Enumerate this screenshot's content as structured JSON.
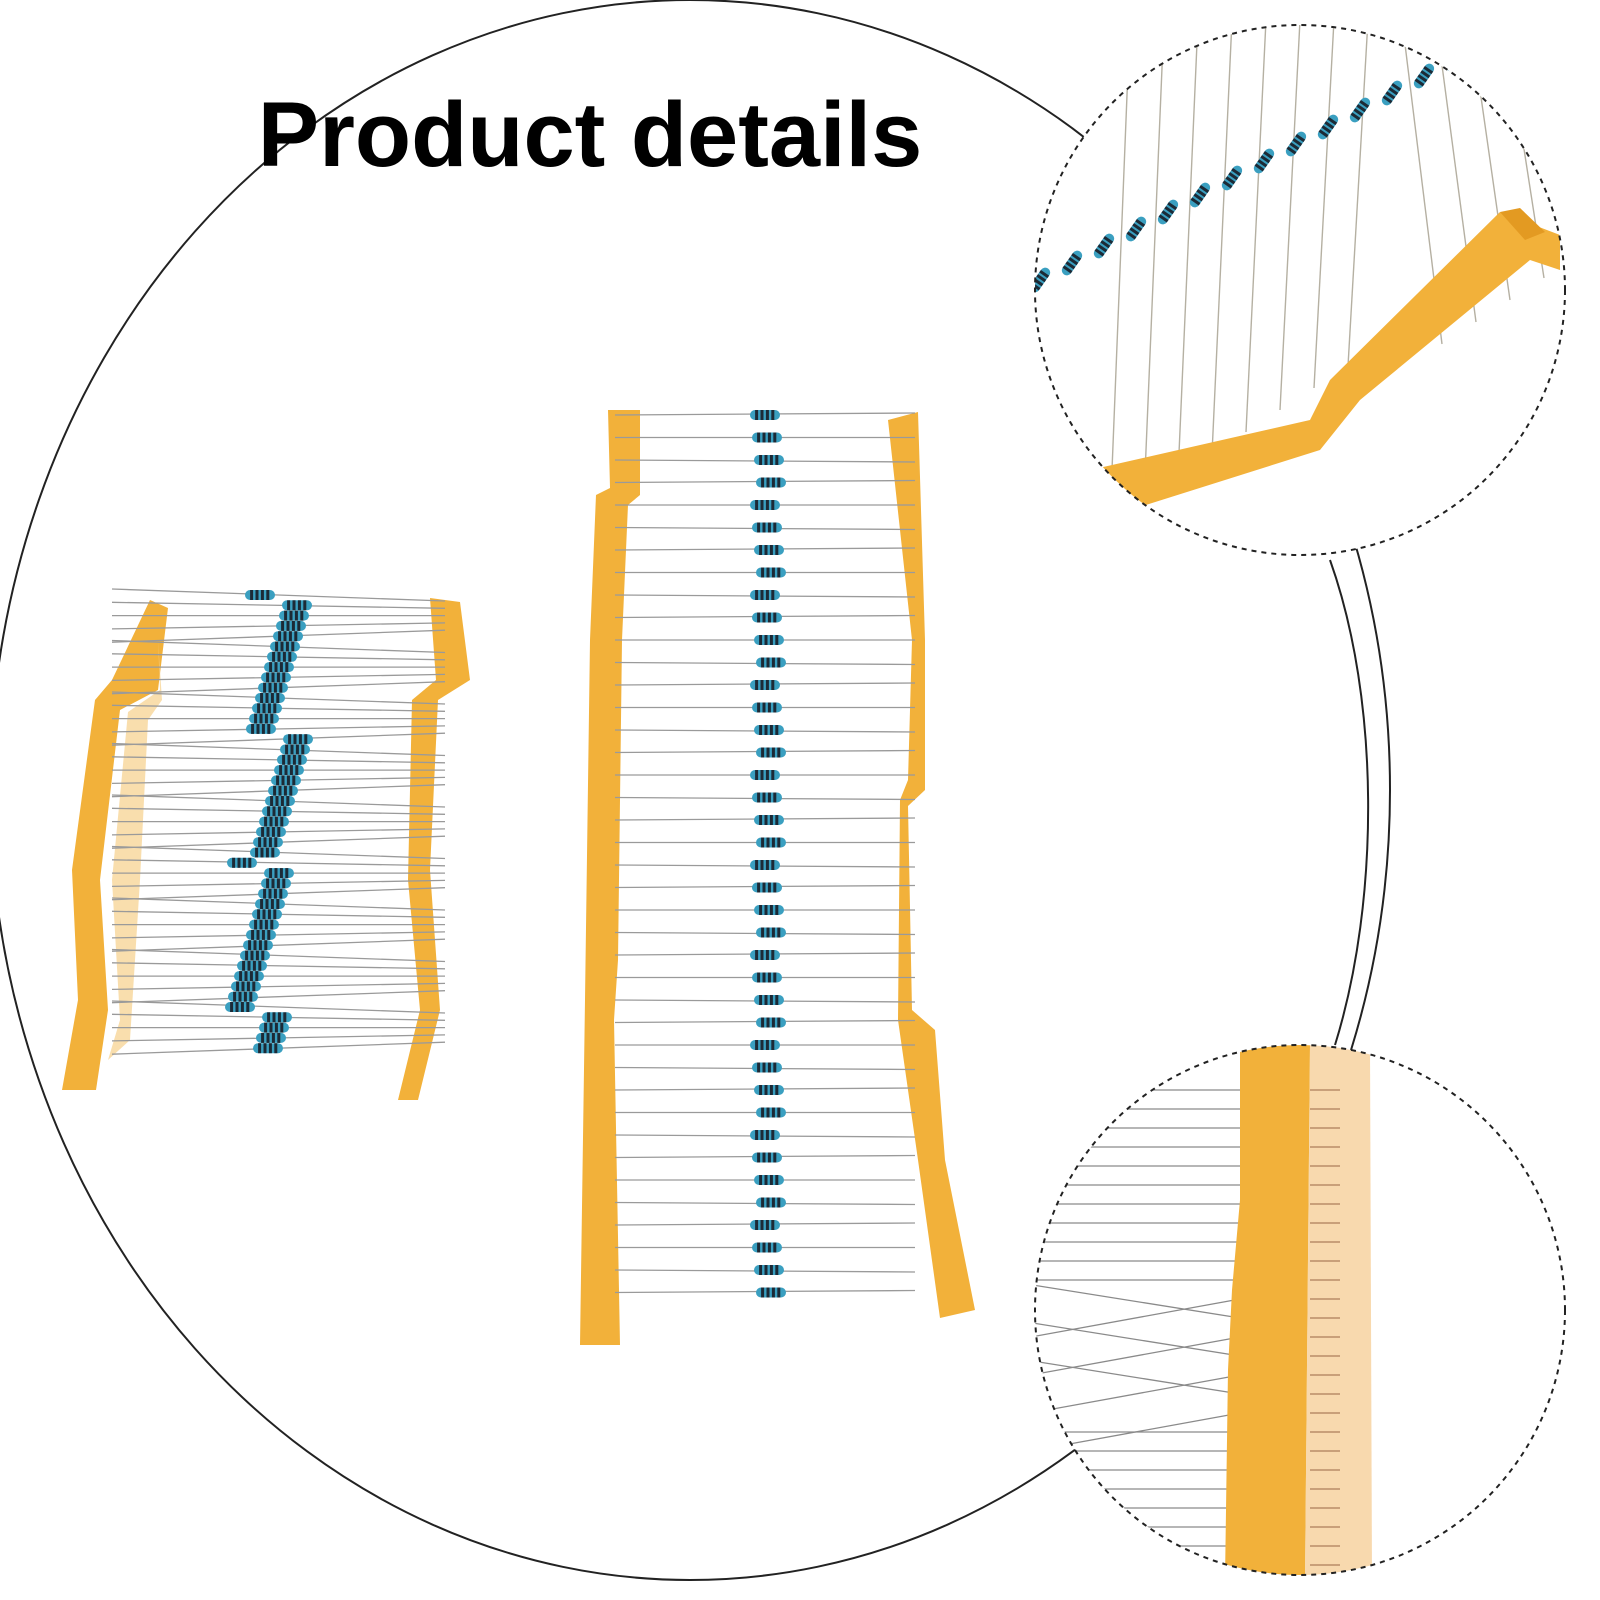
{
  "heading": "Product details",
  "colors": {
    "background": "#ffffff",
    "tape": "#f2b13a",
    "tape_shadow": "#e39a22",
    "tape_light": "#f7d08a",
    "resistor_body": "#3a9fc0",
    "resistor_band": "#1c2a36",
    "lead_wire": "#9a9a9a",
    "outline": "#222222"
  },
  "products": [
    {
      "name": "short-resistor-tape",
      "resistor_count": 45
    },
    {
      "name": "long-resistor-tape",
      "resistor_count": 40
    }
  ],
  "detail_views": [
    {
      "name": "top-detail-circle"
    },
    {
      "name": "bottom-detail-circle"
    }
  ]
}
